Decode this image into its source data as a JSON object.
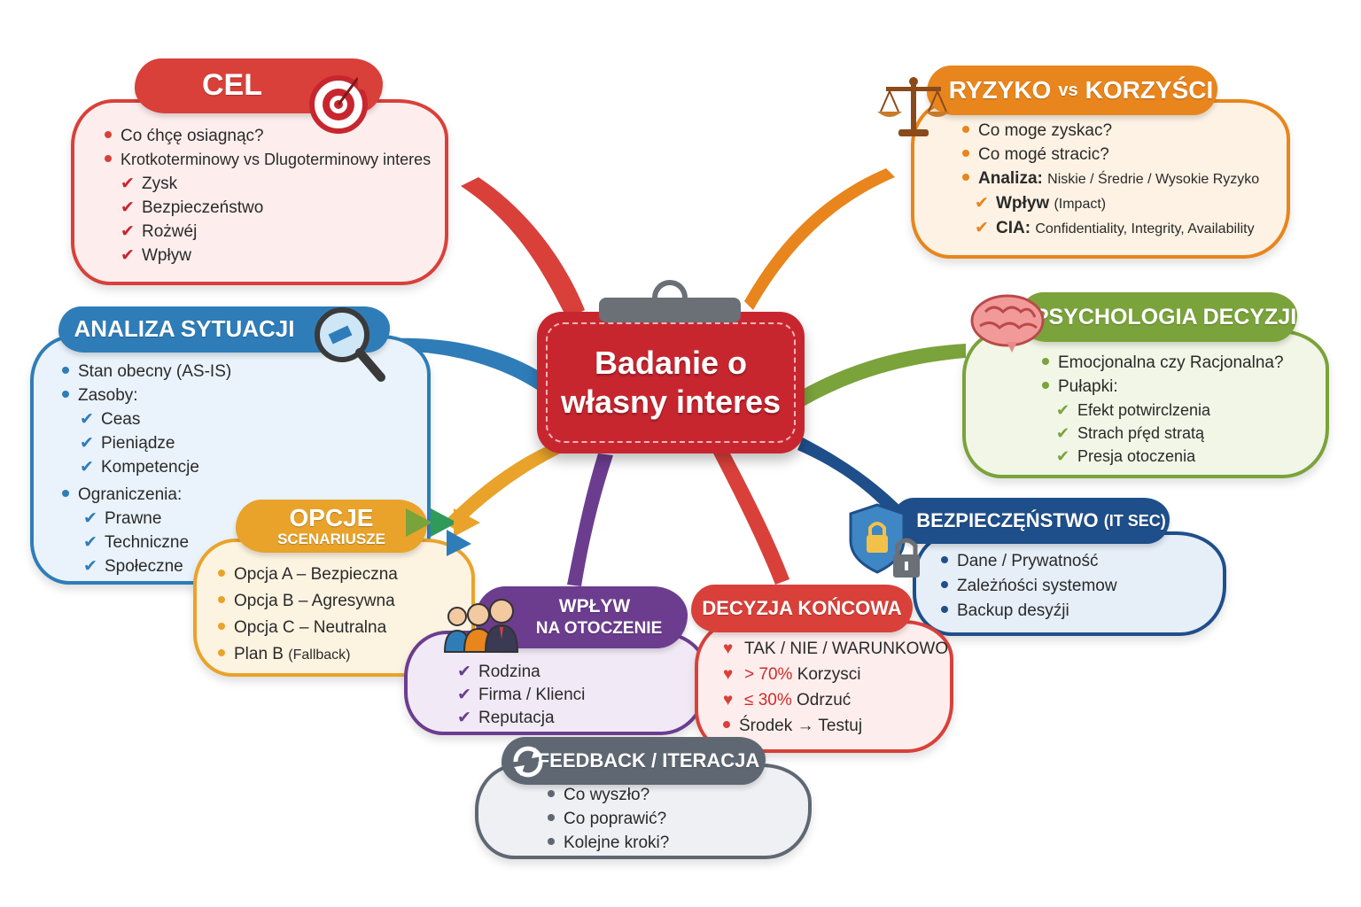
{
  "center": {
    "line1": "Badanie o",
    "line2": "własny interes"
  },
  "colors": {
    "red": "#d9403a",
    "orange": "#e8851c",
    "green": "#7aa33b",
    "blue": "#2f7db8",
    "navy": "#1f4f8a",
    "purple": "#6c3d8f",
    "amber": "#e9a32a",
    "gray": "#5f6773",
    "crimson": "#c8262f"
  },
  "cel": {
    "title": "CEL",
    "items": [
      "Co ćhçę osiagnąc?",
      "Krotkoterminowy vs Dlugoterminowy interes"
    ],
    "checks": [
      "Zysk",
      "Bezpieczeństwo",
      "Rożwéj",
      "Wpływ"
    ]
  },
  "ryzyko": {
    "title": "RYZYKO",
    "title_vs": "vs",
    "title_end": "KORZYŚCI",
    "items": [
      "Co moge zyskac?",
      "Co mogé stracic?"
    ],
    "analiza_label": "Analiza:",
    "analiza_value": "Niskie / Średrie / Wysokie Ryzyko",
    "checks": [
      {
        "label": "Wpływ",
        "value": "(Impact)"
      },
      {
        "label": "CIA:",
        "value": "Confidentiality, Integrity, Availability"
      }
    ]
  },
  "analiza": {
    "title": "ANALIZA SYTUACJI",
    "items": [
      "Stan obecny (AS-IS)",
      "Zasoby:"
    ],
    "zasoby": [
      "Ceas",
      "Pieniądze",
      "Kompetencje"
    ],
    "ogr_label": "Ograniczenia:",
    "ograniczenia": [
      "Prawne",
      "Techniczne",
      "Społeczne"
    ]
  },
  "psychologia": {
    "title": "PSYCHOLOGIA DECYZJI",
    "items": [
      "Emocjonalna czy Racjonalna?",
      "Pułapki:"
    ],
    "checks": [
      "Efekt potwirclzenia",
      "Strach pŕęd stratą",
      "Presja otoczenia"
    ]
  },
  "opcje": {
    "title": "OPCJE",
    "subtitle": "SCENARIUSZE",
    "items": [
      "Opcja A – Bezpieczna",
      "Opcja B – Agresywna",
      "Opcja C – Neutralna"
    ],
    "planb": "Plan B",
    "planb_note": "(Fallback)"
  },
  "bezpieczenstwo": {
    "title": "BEZPIECZĘŃSTWO",
    "title_note": "(IT SEC)",
    "items": [
      "Dane / Prywatność",
      "Zależńości systemow",
      "Backup desyźji"
    ]
  },
  "wplyw": {
    "title": "WPŁYW",
    "subtitle": "NA OTOCZENIE",
    "checks": [
      "Rodzina",
      "Firma / Klienci",
      "Reputacja"
    ]
  },
  "decyzja": {
    "title": "DECYZJA KOŃCOWA",
    "items": [
      {
        "num": "",
        "text": "TAK / NIE / WARUNKOWO"
      },
      {
        "num": "> 70%",
        "text": "Korzysci"
      },
      {
        "num": "≤ 30%",
        "text": "Odrzuć"
      },
      {
        "num": "",
        "text": "Środek → Testuj"
      }
    ]
  },
  "feedback": {
    "title": "FEEDBACK / ITERACJA",
    "items": [
      "Co wyszło?",
      "Co poprawić?",
      "Kolejne kroki?"
    ]
  }
}
